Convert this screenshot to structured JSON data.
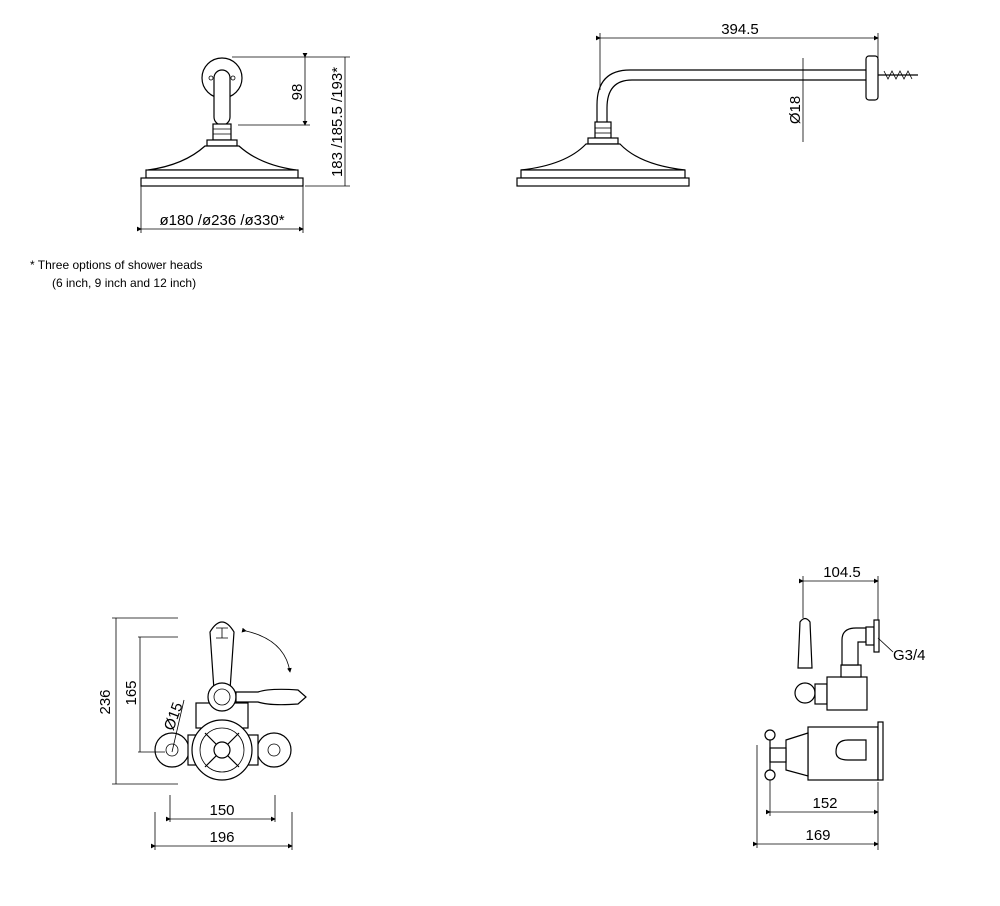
{
  "shower_head_front": {
    "dim_arm_height": "98",
    "dim_total_height": "183 /185.5 /193*",
    "dim_diameter": "ø180 /ø236 /ø330*"
  },
  "shower_head_side": {
    "dim_arm_length": "394.5",
    "dim_arm_diameter": "Ø18"
  },
  "note": {
    "line1": "* Three options of shower heads",
    "line2": "(6 inch, 9 inch and 12 inch)"
  },
  "valve_front": {
    "dim_height": "236",
    "dim_inner_height": "165",
    "dim_pipe": "Ø15",
    "dim_centers": "150",
    "dim_width": "196"
  },
  "valve_side": {
    "dim_top": "104.5",
    "dim_thread": "G3/4",
    "dim_depth": "152",
    "dim_total_depth": "169"
  }
}
